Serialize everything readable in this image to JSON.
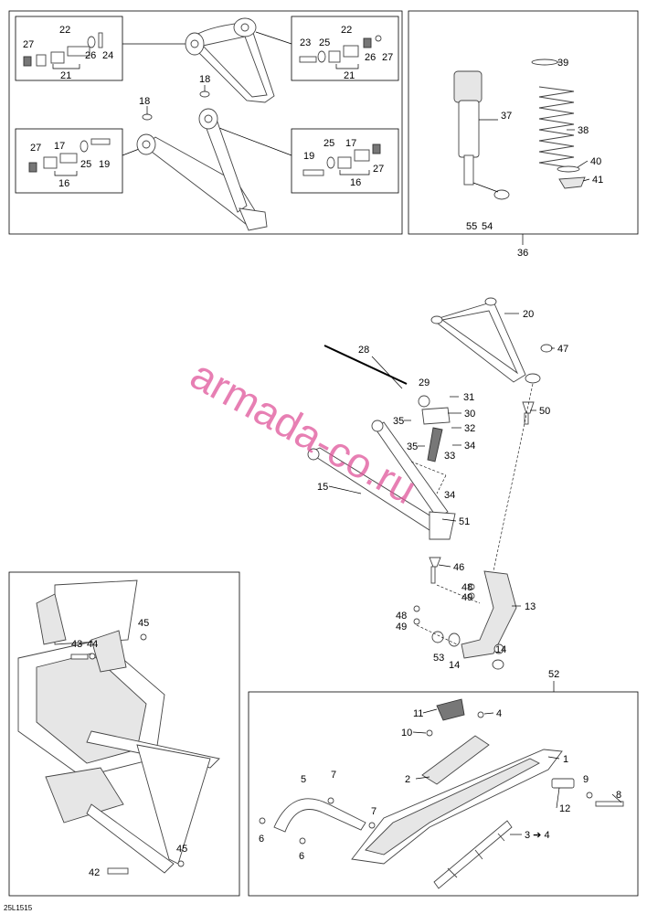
{
  "watermark": "armada-co.ru",
  "drawing_code": "25L1515",
  "labels": {
    "l1": "27",
    "l2": "22",
    "l3": "26",
    "l4": "24",
    "l5": "21",
    "l6": "23",
    "l7": "25",
    "l8": "22",
    "l9": "26",
    "l10": "27",
    "l11": "21",
    "l12": "18",
    "l13": "18",
    "l14": "27",
    "l15": "17",
    "l16": "25",
    "l17": "19",
    "l18": "16",
    "l19": "19",
    "l20": "25",
    "l21": "17",
    "l22": "27",
    "l23": "16",
    "l24": "39",
    "l25": "37",
    "l26": "38",
    "l27": "40",
    "l28": "41",
    "l29": "55",
    "l30": "54",
    "l31": "36",
    "l32": "20",
    "l33": "47",
    "l34": "28",
    "l35": "29",
    "l36": "31",
    "l37": "30",
    "l38": "35",
    "l39": "32",
    "l40": "35",
    "l41": "33",
    "l42": "34",
    "l43": "15",
    "l44": "34",
    "l45": "51",
    "l46": "50",
    "l47": "46",
    "l48": "48",
    "l49": "49",
    "l50": "13",
    "l51": "48",
    "l52": "49",
    "l53": "53",
    "l54": "14",
    "l55": "14",
    "l56": "45",
    "l57": "43",
    "l58": "44",
    "l59": "45",
    "l60": "42",
    "l61": "52",
    "l62": "11",
    "l63": "4",
    "l64": "10",
    "l65": "1",
    "l66": "2",
    "l67": "5",
    "l68": "7",
    "l69": "7",
    "l70": "9",
    "l71": "8",
    "l72": "12",
    "l73": "6",
    "l74": "6",
    "l75": "3 ➔ 4"
  }
}
